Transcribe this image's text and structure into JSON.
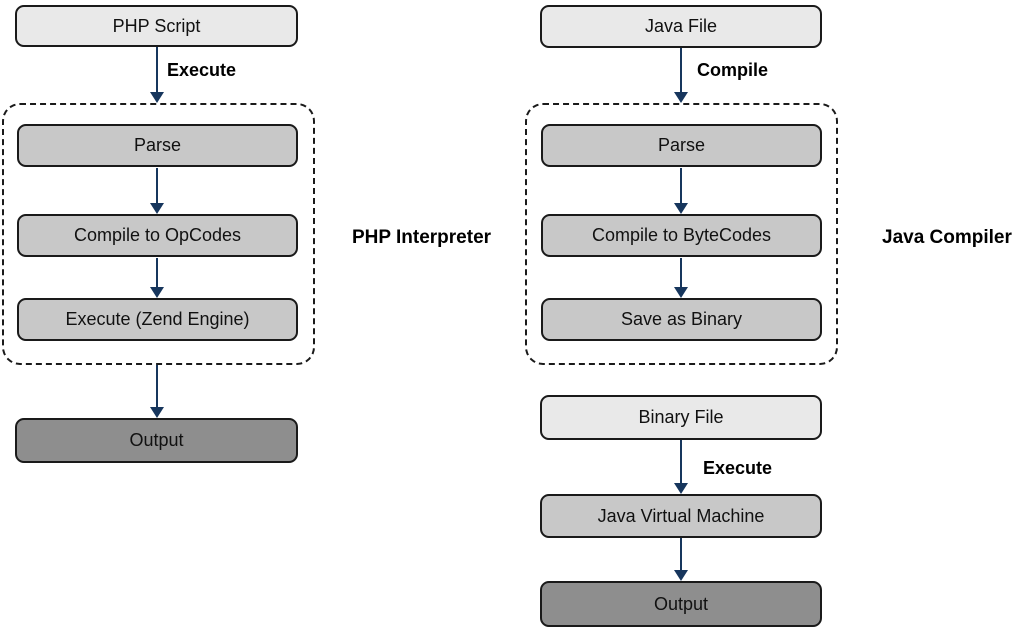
{
  "colors": {
    "file_box_fill": "#e9e9e9",
    "process_box_fill": "#c8c8c8",
    "output_box_fill": "#8e8e8e",
    "box_border": "#1a1a1a",
    "arrow": "#17365d"
  },
  "php_flow": {
    "source_box": "PHP Script",
    "execute_edge_label": "Execute",
    "group_label": "PHP Interpreter",
    "steps": [
      "Parse",
      "Compile to OpCodes",
      "Execute (Zend Engine)"
    ],
    "output_box": "Output"
  },
  "java_flow": {
    "source_box": "Java File",
    "compile_edge_label": "Compile",
    "group_label": "Java Compiler",
    "steps": [
      "Parse",
      "Compile to ByteCodes",
      "Save as Binary"
    ],
    "binary_box": "Binary File",
    "execute_edge_label": "Execute",
    "jvm_box": "Java Virtual Machine",
    "output_box": "Output"
  }
}
